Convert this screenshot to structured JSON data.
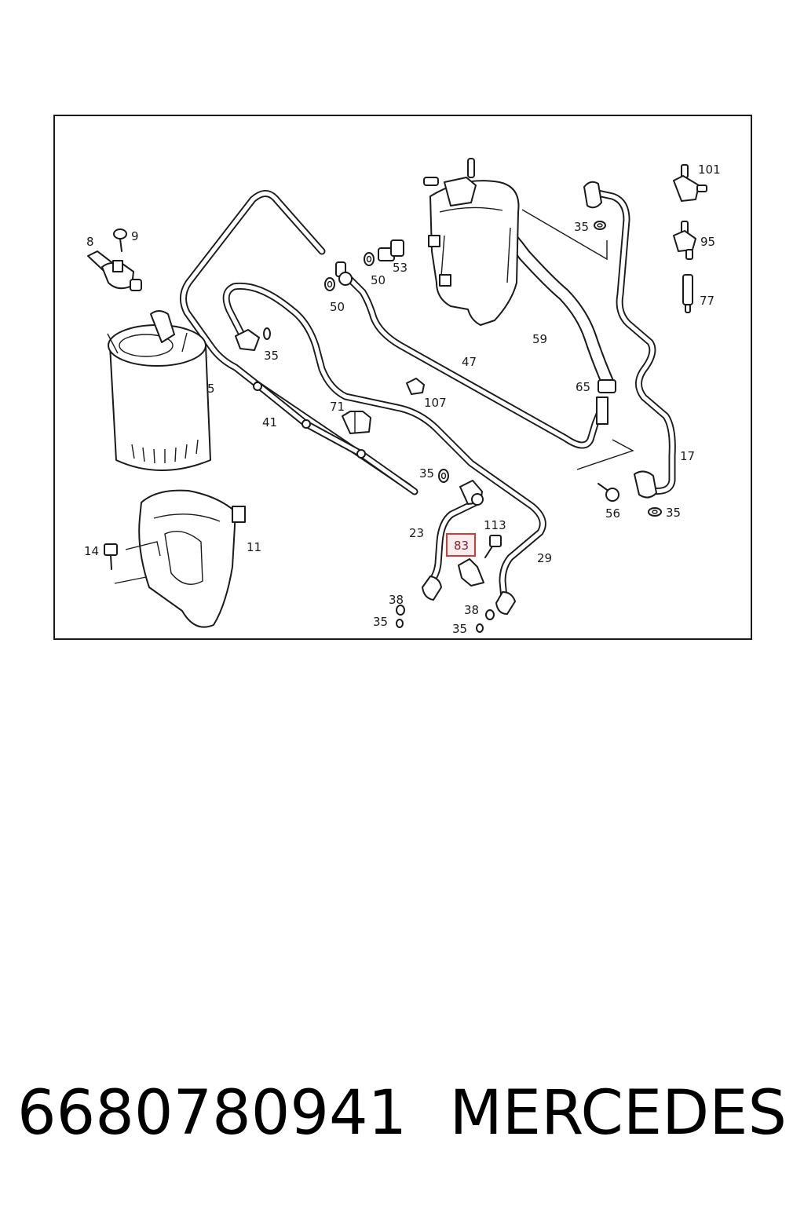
{
  "diagram": {
    "callouts": [
      {
        "id": "c8",
        "text": "8"
      },
      {
        "id": "c9",
        "text": "9"
      },
      {
        "id": "c5",
        "text": "5"
      },
      {
        "id": "c11",
        "text": "11"
      },
      {
        "id": "c14",
        "text": "14"
      },
      {
        "id": "c41",
        "text": "41"
      },
      {
        "id": "c71",
        "text": "71"
      },
      {
        "id": "c35a",
        "text": "35"
      },
      {
        "id": "c50a",
        "text": "50"
      },
      {
        "id": "c50b",
        "text": "50"
      },
      {
        "id": "c53",
        "text": "53"
      },
      {
        "id": "c47",
        "text": "47"
      },
      {
        "id": "c107",
        "text": "107"
      },
      {
        "id": "c59",
        "text": "59"
      },
      {
        "id": "c65",
        "text": "65"
      },
      {
        "id": "c35b",
        "text": "35"
      },
      {
        "id": "c101",
        "text": "101"
      },
      {
        "id": "c95",
        "text": "95"
      },
      {
        "id": "c77",
        "text": "77"
      },
      {
        "id": "c17",
        "text": "17"
      },
      {
        "id": "c56",
        "text": "56"
      },
      {
        "id": "c35c",
        "text": "35"
      },
      {
        "id": "c35d",
        "text": "35"
      },
      {
        "id": "c23",
        "text": "23"
      },
      {
        "id": "c113",
        "text": "113"
      },
      {
        "id": "c29",
        "text": "29"
      },
      {
        "id": "c83",
        "text": "83",
        "highlighted": true
      },
      {
        "id": "c38a",
        "text": "38"
      },
      {
        "id": "c35e",
        "text": "35"
      },
      {
        "id": "c38b",
        "text": "38"
      },
      {
        "id": "c35f",
        "text": "35"
      }
    ],
    "highlight_color": "#d23a3a"
  },
  "footer": {
    "part_number": "6680780941",
    "brand": "MERCEDES"
  }
}
